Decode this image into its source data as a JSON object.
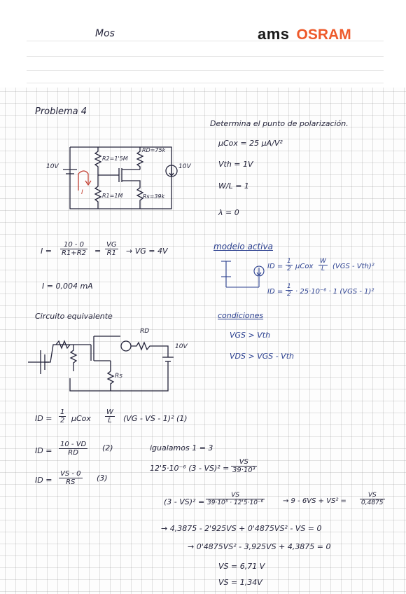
{
  "header": {
    "name": "Mos",
    "logo_ams": "ams",
    "logo_osram": "OSRAM"
  },
  "problem": {
    "title": "Problema 4",
    "task": "Determina el punto de polarización.",
    "params": [
      "μCox = 25 μA/V²",
      "Vth = 1V",
      "W/L = 1",
      "λ = 0"
    ]
  },
  "circuit1": {
    "source_left": "10V",
    "source_right": "10V",
    "R2": "R2=1'5M",
    "RD": "RD=75k",
    "R1": "R1=1M",
    "RS": "Rs=39k",
    "current": "I"
  },
  "eq1": {
    "lhs": "I =",
    "f1_num": "10 - 0",
    "f1_den": "R1+R2",
    "f2_num": "VG",
    "f2_den": "R1",
    "result": "→ VG = 4V"
  },
  "current_value": "I = 0,004 mA",
  "modelo": {
    "title": "modelo activa",
    "eq1_lhs": "ID =",
    "eq1_f_num": "1",
    "eq1_f_den": "2",
    "eq1_mid": "μCox",
    "eq1_w_num": "W",
    "eq1_w_den": "L",
    "eq1_rhs": "(VGS - Vth)²",
    "eq2_lhs": "ID =",
    "eq2_f_num": "1",
    "eq2_f_den": "2",
    "eq2_rhs": "· 25·10⁻⁶ · 1 (VGS - 1)²"
  },
  "equivalente": {
    "title": "Circuito equivalente",
    "RD": "RD",
    "source": "10V",
    "RS": "Rs"
  },
  "condiciones": {
    "title": "condiciones",
    "c1": "VGS > Vth",
    "c2": "VDS > VGS - Vth"
  },
  "equations": {
    "eq_id1_lhs": "ID =",
    "eq_id1_f_num": "1",
    "eq_id1_f_den": "2",
    "eq_id1_mid": "μCox",
    "eq_id1_w_num": "W",
    "eq_id1_w_den": "L",
    "eq_id1_rhs": "(VG - VS - 1)² (1)",
    "eq_id2_lhs": "ID =",
    "eq_id2_num": "10 - VD",
    "eq_id2_den": "RD",
    "eq_id2_tag": "(2)",
    "eq_id3_lhs": "ID =",
    "eq_id3_num": "VS - 0",
    "eq_id3_den": "RS",
    "eq_id3_tag": "(3)",
    "igualamos": "igualamos  1 = 3",
    "step1_lhs": "12'5·10⁻⁶ (3 - VS)² =",
    "step1_num": "VS",
    "step1_den": "39·10³",
    "step2_lhs": "(3 - VS)² =",
    "step2_num": "VS",
    "step2_den": "39·10³ · 12'5·10⁻⁶",
    "step2_mid": "→ 9 - 6VS + VS² =",
    "step2_num2": "VS",
    "step2_den2": "0,4875",
    "step3": "→ 4,3875 - 2'925VS + 0'4875VS² - VS = 0",
    "step4": "→ 0'4875VS² - 3,925VS + 4,3875 = 0",
    "vs1": "VS = 6,71 V",
    "vs2": "VS = 1,34V"
  }
}
